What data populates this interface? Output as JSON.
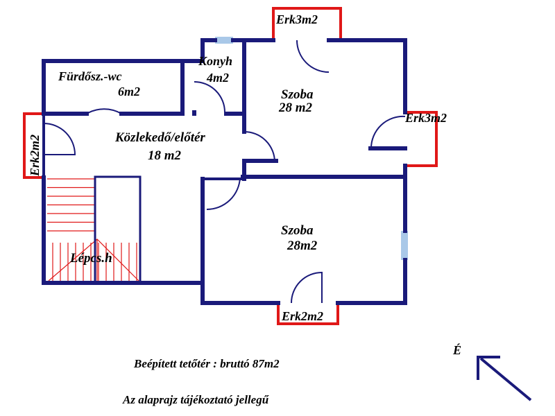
{
  "rooms": {
    "bathroom": {
      "name": "Fürdősz.-wc",
      "area": "6m2"
    },
    "kitchen": {
      "name": "Konyh",
      "area": "4m2"
    },
    "room_top": {
      "name": "Szoba",
      "area": "28 m2"
    },
    "hallway": {
      "name": "Közlekedő/előtér",
      "area": "18 m2"
    },
    "room_bottom": {
      "name": "Szoba",
      "area": "28m2"
    },
    "stairs": {
      "name": "Lépcs.h"
    }
  },
  "balconies": {
    "top": "Erk3m2",
    "right": "Erk3m2",
    "left": "Erk2m2",
    "bottom": "Erk2m2"
  },
  "north_label": "É",
  "captions": {
    "line1": "Beépített tetőtér : bruttó 87m2",
    "line2": "Az alaprajz tájékoztató jellegű"
  },
  "colors": {
    "wall": "#1a1a7a",
    "balcony": "#e01818",
    "window": "#a9c8e8"
  }
}
